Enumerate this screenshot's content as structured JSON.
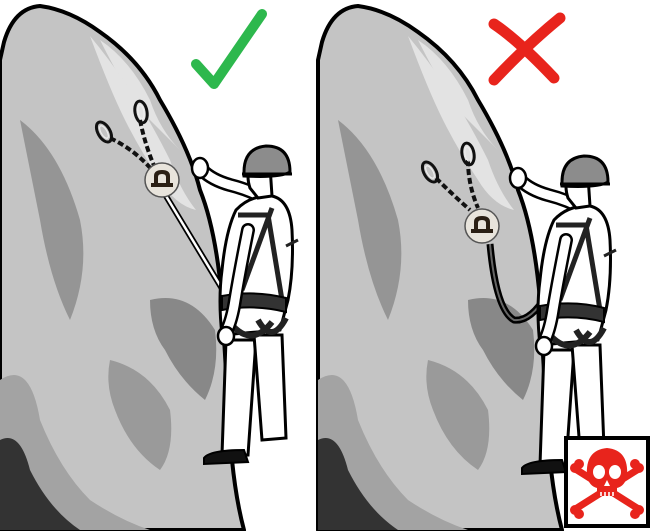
{
  "panels": [
    {
      "id": "correct",
      "verdict_icon": "check-mark-icon",
      "device_icon": "rope-clamp-device-icon",
      "lanyard_state": "taut"
    },
    {
      "id": "incorrect",
      "verdict_icon": "cross-mark-icon",
      "device_icon": "rope-clamp-device-icon",
      "lanyard_state": "slack"
    }
  ],
  "warning": {
    "icon": "skull-crossbones-icon"
  },
  "colors": {
    "rock_light": "#c4c4c4",
    "rock_mid": "#a3a3a3",
    "rock_dark": "#6f6f6f",
    "rock_highlight": "#e3e3e3",
    "outline": "#000000",
    "check": "#2db84d",
    "cross": "#e8241c",
    "skull": "#e8241c",
    "helmet": "#8c8c8c",
    "device_badge": "#e8e4dc",
    "device_fill": "#2a1f14"
  }
}
